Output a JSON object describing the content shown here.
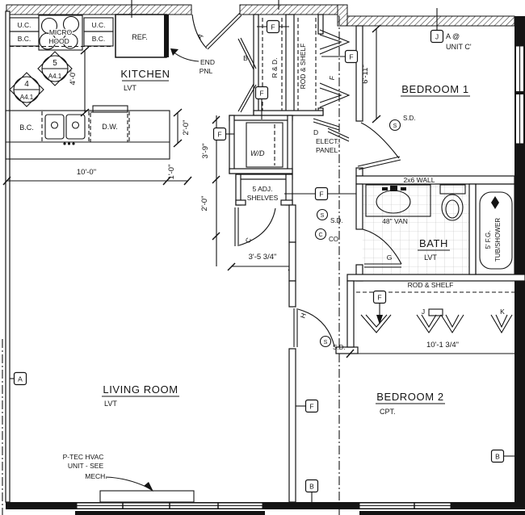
{
  "kitchen": {
    "title": "KITCHEN",
    "floor": "LVT",
    "uc_left": "U.C.",
    "bc_left": "B.C.",
    "uc_right": "U.C.",
    "bc_right": "B.C.",
    "micro1": "MICRO",
    "micro2": "HOOD",
    "ref": "REF.",
    "end1": "END",
    "end2": "PNL",
    "bc_counter": "B.C.",
    "dw": "D.W.",
    "dim_width": "10'-0\"",
    "dim_depth": "4'-0\"",
    "dim_counter": "2'-0\"",
    "dim_front": "1'-0\"",
    "marker5_num": "5",
    "marker5_sheet": "A4.1",
    "marker4_num": "4",
    "marker4_sheet": "A4.1"
  },
  "entry": {
    "door_a": "A",
    "door_b": "B"
  },
  "closets": {
    "r_d": "R & D.",
    "rod_shelf": "ROD & SHELF",
    "wd": "W/D",
    "shelves1": "5 ADJ.",
    "shelves2": "SHELVES",
    "door_c": "C",
    "door_f": "F",
    "dim_wd": "3'-9\"",
    "dim_shelves": "2'-0\"",
    "dim_hall": "3'-5 3/4\""
  },
  "electrical": {
    "door_d": "D",
    "label1": "ELECT.",
    "label2": "PANEL"
  },
  "bedroom1": {
    "title": "BEDROOM 1",
    "dim": "6'-11\"",
    "sd": "S.D.",
    "s": "S",
    "unit1": "A @",
    "unit2": "UNIT C'"
  },
  "bath": {
    "title": "BATH",
    "floor": "LVT",
    "wall": "2x6 WALL",
    "vanity": "48\" VAN",
    "tub1": "5' F.G.",
    "tub2": "TUB/SHOWER",
    "door_g": "G"
  },
  "hall": {
    "sd": "S.D.",
    "s": "S",
    "co": "CO",
    "c": "C"
  },
  "bedroom2": {
    "title": "BEDROOM 2",
    "floor": "CPT.",
    "rod_shelf": "ROD & SHELF",
    "dim": "10'-1 3/4\"",
    "door_h": "H",
    "door_j": "J",
    "door_k": "K",
    "sd": "S.D.",
    "s": "S"
  },
  "living": {
    "title": "LIVING ROOM",
    "floor": "LVT",
    "hvac1": "P-TEC HVAC",
    "hvac2": "UNIT - SEE",
    "hvac3": "MECH."
  },
  "tags": {
    "f": "F",
    "a": "A",
    "b": "B",
    "j": "J"
  }
}
